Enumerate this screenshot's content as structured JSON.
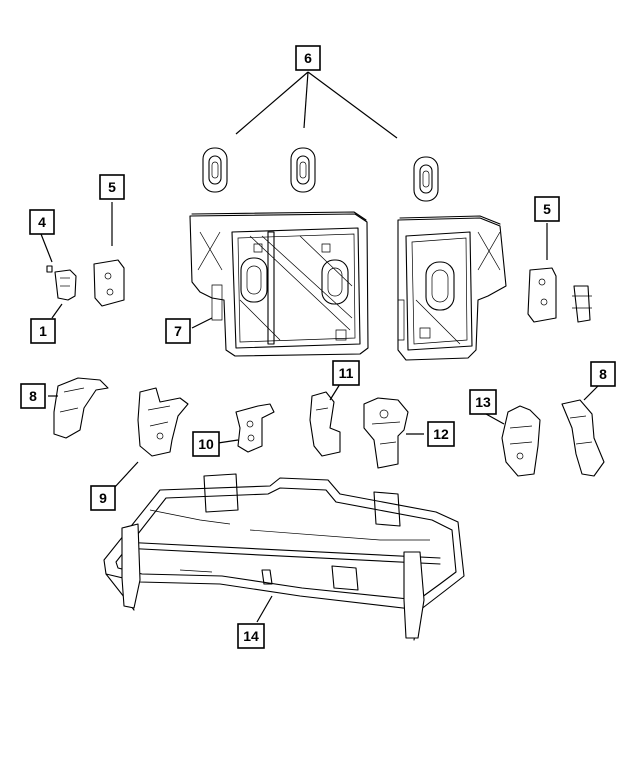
{
  "callouts": [
    {
      "id": "c1",
      "label": "1"
    },
    {
      "id": "c4",
      "label": "4"
    },
    {
      "id": "c5a",
      "label": "5"
    },
    {
      "id": "c5b",
      "label": "5"
    },
    {
      "id": "c6",
      "label": "6"
    },
    {
      "id": "c7",
      "label": "7"
    },
    {
      "id": "c8a",
      "label": "8"
    },
    {
      "id": "c8b",
      "label": "8"
    },
    {
      "id": "c9",
      "label": "9"
    },
    {
      "id": "c10",
      "label": "10"
    },
    {
      "id": "c11",
      "label": "11"
    },
    {
      "id": "c12",
      "label": "12"
    },
    {
      "id": "c13",
      "label": "13"
    },
    {
      "id": "c14",
      "label": "14"
    }
  ]
}
